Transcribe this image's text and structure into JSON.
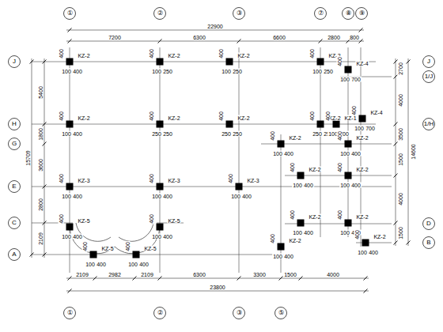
{
  "diagram": {
    "labels": [
      "①",
      "②",
      "③",
      "⑦",
      "⑧",
      "⑨",
      "①",
      "②",
      "③",
      "⑤",
      "J",
      "H",
      "G",
      "E",
      "C",
      "A",
      "J",
      "1/J",
      "1/H",
      "D",
      "B",
      "22900",
      "7200",
      "6300",
      "6600",
      "2800",
      "800",
      "2109",
      "2982",
      "2109",
      "6300",
      "3300",
      "1500",
      "4000",
      "23800",
      "5400",
      "1800",
      "3600",
      "2800",
      "2109",
      "15709",
      "2700",
      "4000",
      "3500",
      "1500",
      "4000",
      "1500",
      "14600",
      "KZ-2",
      "400",
      "100",
      "400",
      "KZ-2",
      "400",
      "100",
      "250",
      "KZ-2",
      "400",
      "100",
      "250",
      "KZ-2",
      "400",
      "100",
      "250",
      "KZ-4",
      "400",
      "100",
      "700",
      "KZ-2",
      "400",
      "100",
      "400",
      "KZ-2",
      "400",
      "250",
      "250",
      "KZ-2",
      "400",
      "250",
      "250",
      "KZ-2",
      "400",
      "250",
      "250",
      "KZ-1",
      "400",
      "100",
      "700",
      "KZ-4",
      "400",
      "100",
      "700",
      "KZ-2",
      "400",
      "100",
      "400",
      "KZ-2",
      "400",
      "100",
      "400",
      "KZ-2",
      "400",
      "100",
      "400",
      "KZ-2",
      "400",
      "100",
      "400",
      "KZ-3",
      "400",
      "100",
      "400",
      "KZ-3",
      "400",
      "100",
      "400",
      "KZ-3",
      "400",
      "100",
      "400",
      "KZ-2",
      "400",
      "100",
      "400",
      "KZ-2",
      "400",
      "100",
      "400",
      "KZ-2",
      "400",
      "100",
      "400",
      "KZ-2",
      "400",
      "100",
      "400",
      "KZ-5",
      "400",
      "100",
      "400",
      "KZ-5",
      "400",
      "100",
      "400",
      "KZ-5",
      "400",
      "100",
      "400",
      "KZ-5",
      "400",
      "100",
      "400"
    ]
  }
}
